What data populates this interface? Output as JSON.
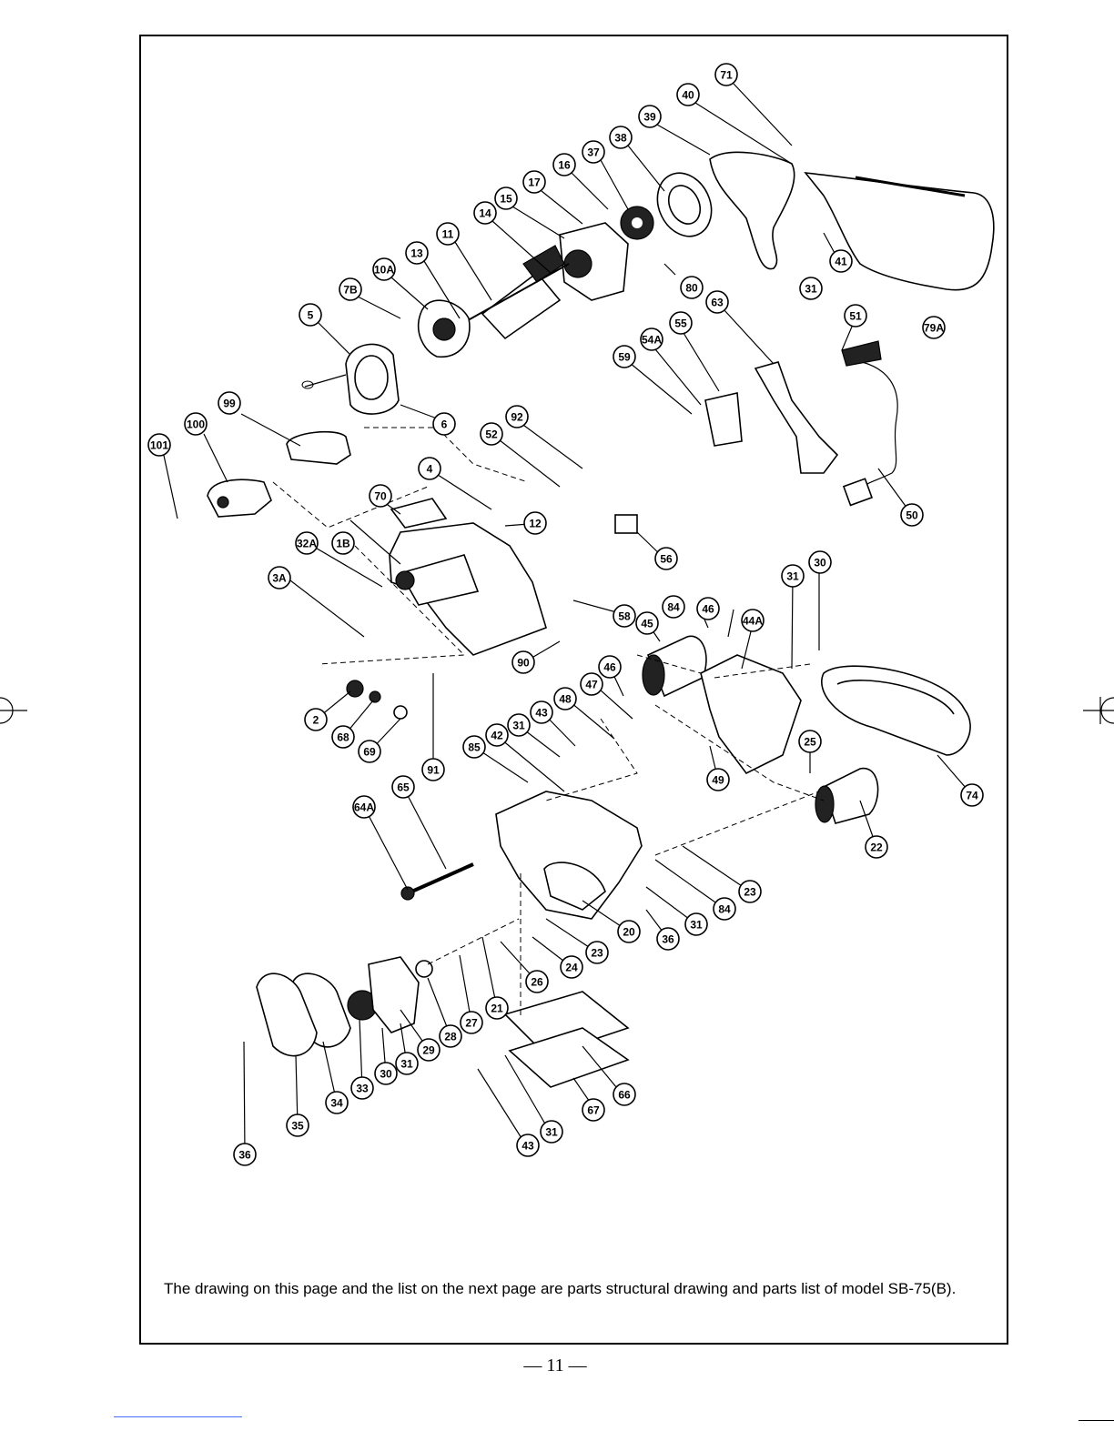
{
  "caption": "The drawing on this page and the list on the next page are parts structural drawing and parts list of model SB-75(B).",
  "page_number": "— 11 —",
  "callouts": [
    {
      "label": "71"
    },
    {
      "label": "40"
    },
    {
      "label": "39"
    },
    {
      "label": "38"
    },
    {
      "label": "37"
    },
    {
      "label": "16"
    },
    {
      "label": "17"
    },
    {
      "label": "15"
    },
    {
      "label": "14"
    },
    {
      "label": "11"
    },
    {
      "label": "13"
    },
    {
      "label": "10A"
    },
    {
      "label": "7B"
    },
    {
      "label": "5"
    },
    {
      "label": "6"
    },
    {
      "label": "80"
    },
    {
      "label": "63"
    },
    {
      "label": "55"
    },
    {
      "label": "54A"
    },
    {
      "label": "59"
    },
    {
      "label": "41"
    },
    {
      "label": "31"
    },
    {
      "label": "79A"
    },
    {
      "label": "51"
    },
    {
      "label": "99"
    },
    {
      "label": "100"
    },
    {
      "label": "101"
    },
    {
      "label": "92"
    },
    {
      "label": "52"
    },
    {
      "label": "4"
    },
    {
      "label": "12"
    },
    {
      "label": "70"
    },
    {
      "label": "1B"
    },
    {
      "label": "32A"
    },
    {
      "label": "3A"
    },
    {
      "label": "50"
    },
    {
      "label": "56"
    },
    {
      "label": "58"
    },
    {
      "label": "90"
    },
    {
      "label": "30"
    },
    {
      "label": "31"
    },
    {
      "label": "84"
    },
    {
      "label": "46"
    },
    {
      "label": "44A"
    },
    {
      "label": "45"
    },
    {
      "label": "46"
    },
    {
      "label": "47"
    },
    {
      "label": "48"
    },
    {
      "label": "43"
    },
    {
      "label": "31"
    },
    {
      "label": "42"
    },
    {
      "label": "85"
    },
    {
      "label": "2"
    },
    {
      "label": "68"
    },
    {
      "label": "69"
    },
    {
      "label": "91"
    },
    {
      "label": "49"
    },
    {
      "label": "25"
    },
    {
      "label": "74"
    },
    {
      "label": "22"
    },
    {
      "label": "65"
    },
    {
      "label": "64A"
    },
    {
      "label": "23"
    },
    {
      "label": "84"
    },
    {
      "label": "31"
    },
    {
      "label": "36"
    },
    {
      "label": "20"
    },
    {
      "label": "23"
    },
    {
      "label": "24"
    },
    {
      "label": "26"
    },
    {
      "label": "21"
    },
    {
      "label": "27"
    },
    {
      "label": "28"
    },
    {
      "label": "29"
    },
    {
      "label": "31"
    },
    {
      "label": "30"
    },
    {
      "label": "33"
    },
    {
      "label": "34"
    },
    {
      "label": "35"
    },
    {
      "label": "36"
    },
    {
      "label": "66"
    },
    {
      "label": "67"
    },
    {
      "label": "31"
    },
    {
      "label": "43"
    }
  ]
}
